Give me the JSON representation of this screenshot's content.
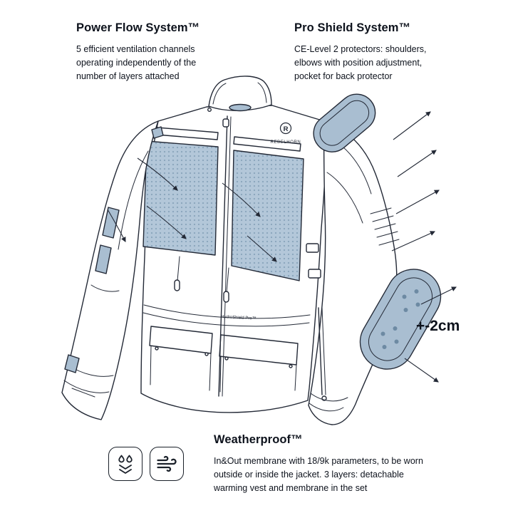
{
  "features": {
    "power_flow": {
      "title": "Power Flow System™",
      "description": "5 efficient ventilation channels operating independently of the number of layers attached"
    },
    "pro_shield": {
      "title": "Pro Shield System™",
      "description": "CE-Level 2 protectors: shoulders, elbows with position adjustment, pocket for back protector"
    },
    "weatherproof": {
      "title": "Weatherproof™",
      "description": "In&Out membrane with 18/9k parameters, to be worn outside or inside the jacket. 3 layers: detachable warming vest and membrane in the set"
    }
  },
  "jacket": {
    "brand_label": "REBELHORN",
    "logo_letter": "R",
    "tech_label": "HydroShield Pro™",
    "adjustment_label": "+-2cm"
  },
  "icons": [
    {
      "name": "waterproof-droplets-icon"
    },
    {
      "name": "wind-icon"
    }
  ],
  "colors": {
    "line": "#232936",
    "panel_fill": "#b3c7d9",
    "panel_dot": "#8aa5bc",
    "protector_fill": "#a9bed1",
    "text": "#0d121c",
    "background": "#ffffff"
  }
}
